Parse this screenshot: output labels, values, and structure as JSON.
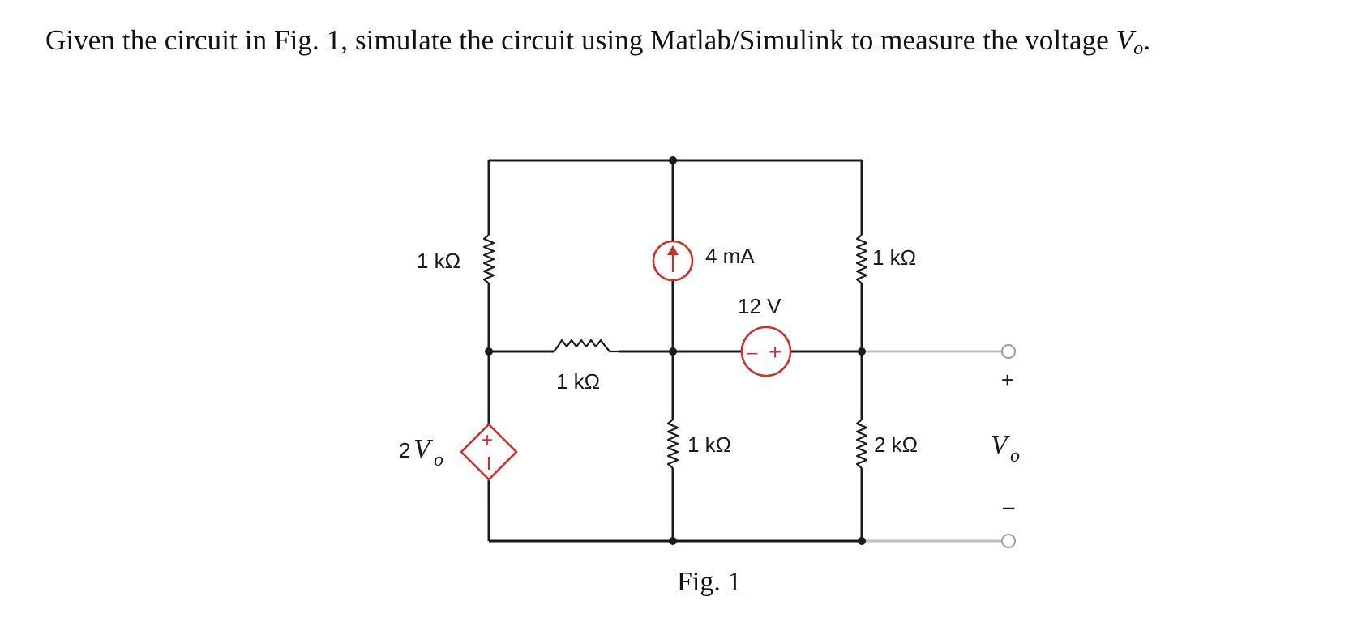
{
  "problem": {
    "text_before": "Given the circuit in Fig. 1, simulate the circuit using Matlab/Simulink to measure the voltage ",
    "var": "V",
    "sub": "o",
    "text_after": "."
  },
  "figure": {
    "caption": "Fig. 1",
    "labels": {
      "r_left_top": "1 kΩ",
      "i_source": "4 mA",
      "r_right_top": "1 kΩ",
      "v_source": "12 V",
      "r_horizontal": "1 kΩ",
      "dep_coef": "2",
      "dep_var": "V",
      "dep_sub": "o",
      "r_middle_bottom": "1 kΩ",
      "r_right_bottom": "2 kΩ",
      "out_var": "V",
      "out_sub": "o",
      "out_plus": "+",
      "out_minus": "–"
    },
    "colors": {
      "wire": "#1a1a1a",
      "source": "#c8322c",
      "terminal_wire": "#b9bcc2"
    }
  }
}
